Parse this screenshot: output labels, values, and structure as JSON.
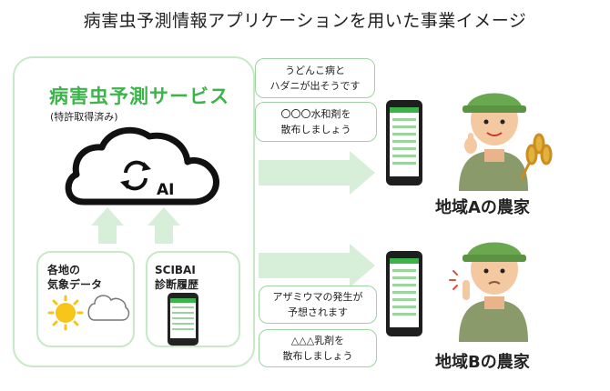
{
  "title": "病害虫予測情報アプリケーションを用いた事業イメージ",
  "service": {
    "title": "病害虫予測サービス",
    "patent_note": "(特許取得済み)",
    "ai_label": "AI"
  },
  "sources": {
    "weather": {
      "line1": "各地の",
      "line2": "気象データ"
    },
    "history": {
      "line1": "SCIBAI",
      "line2": "診断履歴"
    }
  },
  "farmer_a": {
    "label": "地域Aの農家",
    "bubble1": {
      "line1": "うどんこ病と",
      "line2": "ハダニが出そうです"
    },
    "bubble2": {
      "line1": "〇〇〇水和剤を",
      "line2": "散布しましょう"
    }
  },
  "farmer_b": {
    "label": "地域Bの農家",
    "bubble1": {
      "line1": "アザミウマの発生が",
      "line2": "予想されます"
    },
    "bubble2": {
      "line1": "△△△乳剤を",
      "line2": "散布しましょう"
    }
  },
  "colors": {
    "accent_green": "#3cb44a",
    "light_green": "#c8e8c8",
    "arrow_green": "#d7efd8"
  }
}
